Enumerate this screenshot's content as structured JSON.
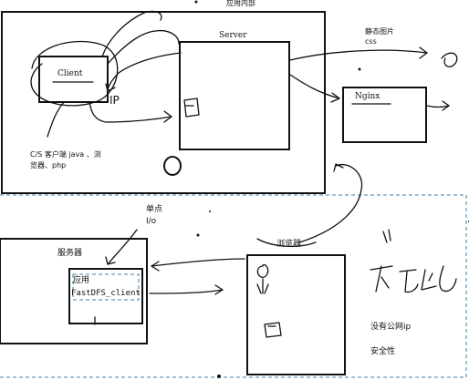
{
  "labels": {
    "app_internal": "应用内部",
    "server": "Server",
    "client": "Client",
    "ip": "IP",
    "cs_line1": "C/S 客户端 java 、浏",
    "cs_line2": "览器、php",
    "static_files_line1": "静态图片",
    "static_files_line2": "css",
    "nginx": "Nginx",
    "single_point_line1": "单点",
    "single_point_line2": "I/o",
    "server_cn": "服务器",
    "app_label": "应用",
    "fastdfs_client": "FastDFS_client",
    "browser": "浏览器",
    "no_public_ip": "没有公网ip",
    "security": "安全性"
  },
  "colors": {
    "ink": "#111111",
    "dashed_border": "#3a7fa8"
  }
}
